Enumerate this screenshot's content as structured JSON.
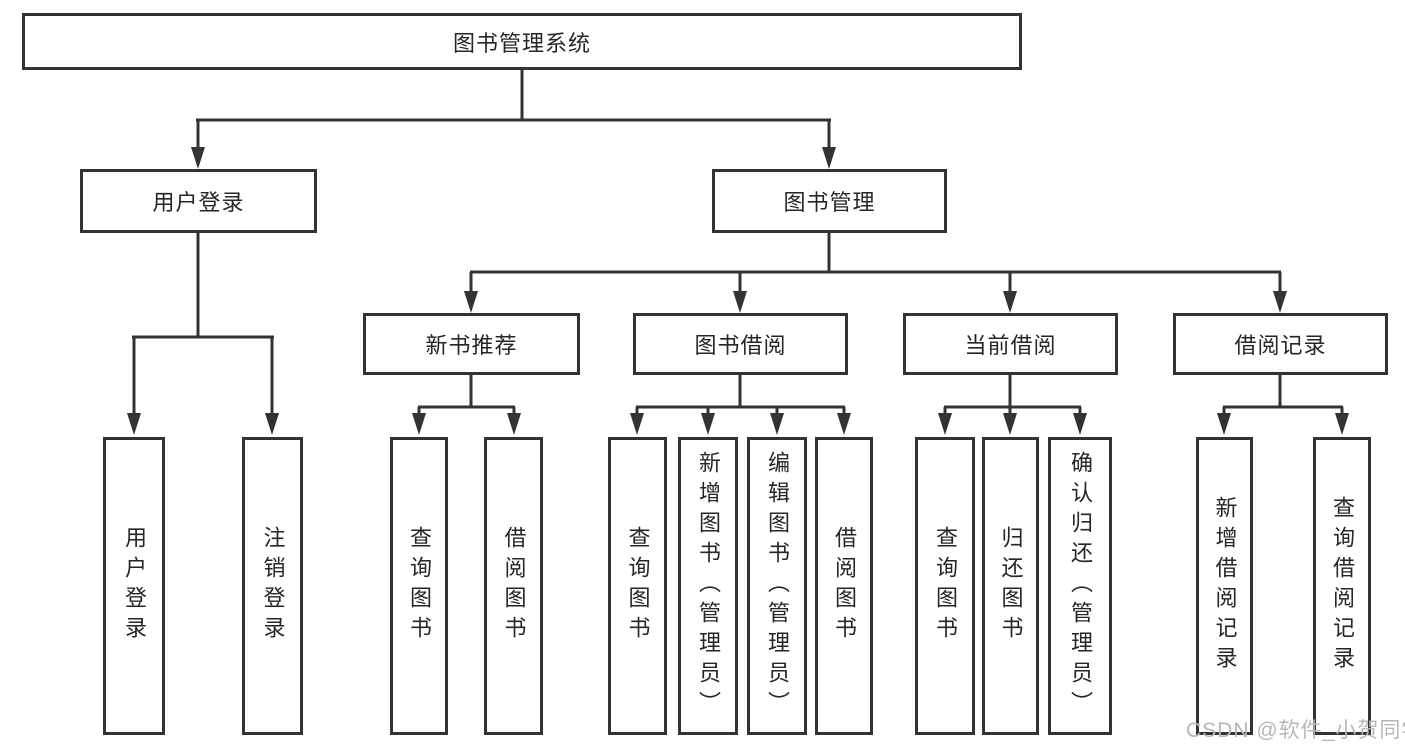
{
  "diagram_title": "图书管理系统",
  "colors": {
    "line": "#333333",
    "border": "#333333",
    "text": "#262626",
    "background": "#ffffff",
    "watermark": "#b7b7b7"
  },
  "tree": {
    "root": {
      "label": "图书管理系统"
    },
    "branches": [
      {
        "label": "用户登录",
        "children": [
          {
            "label": "用户登录"
          },
          {
            "label": "注销登录"
          }
        ]
      },
      {
        "label": "图书管理",
        "children": [
          {
            "label": "新书推荐",
            "children": [
              {
                "label": "查询图书"
              },
              {
                "label": "借阅图书"
              }
            ]
          },
          {
            "label": "图书借阅",
            "children": [
              {
                "label": "查询图书"
              },
              {
                "label": "新增图书（管理员）"
              },
              {
                "label": "编辑图书（管理员）"
              },
              {
                "label": "借阅图书"
              }
            ]
          },
          {
            "label": "当前借阅",
            "children": [
              {
                "label": "查询图书"
              },
              {
                "label": "归还图书"
              },
              {
                "label": "确认归还（管理员）"
              }
            ]
          },
          {
            "label": "借阅记录",
            "children": [
              {
                "label": "新增借阅记录"
              },
              {
                "label": "查询借阅记录"
              }
            ]
          }
        ]
      }
    ]
  },
  "watermark": {
    "text": "CSDN @软件_小贺同学"
  }
}
